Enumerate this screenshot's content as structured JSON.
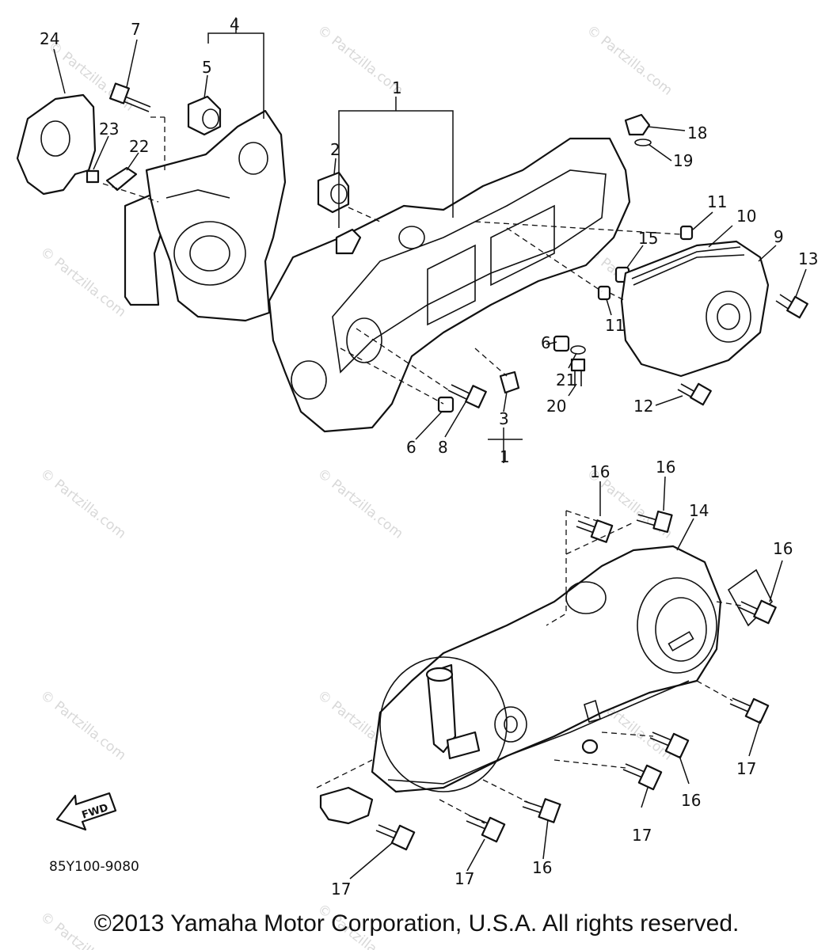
{
  "diagram_code": "85Y100-9080",
  "copyright": "©2013 Yamaha Motor Corporation, U.S.A. All rights reserved.",
  "watermark": "© Partzilla.com",
  "fwd_label": "FWD",
  "callouts": {
    "c1a": "1",
    "c1b": "1",
    "c2": "2",
    "c3": "3",
    "c4": "4",
    "c5": "5",
    "c6a": "6",
    "c6b": "6",
    "c7": "7",
    "c8": "8",
    "c9": "9",
    "c10": "10",
    "c11a": "11",
    "c11b": "11",
    "c12": "12",
    "c13": "13",
    "c14": "14",
    "c15": "15",
    "c16a": "16",
    "c16b": "16",
    "c16c": "16",
    "c16d": "16",
    "c16e": "16",
    "c17a": "17",
    "c17b": "17",
    "c17c": "17",
    "c17d": "17",
    "c18": "18",
    "c19": "19",
    "c20": "20",
    "c21": "21",
    "c22": "22",
    "c23": "23",
    "c24": "24"
  }
}
